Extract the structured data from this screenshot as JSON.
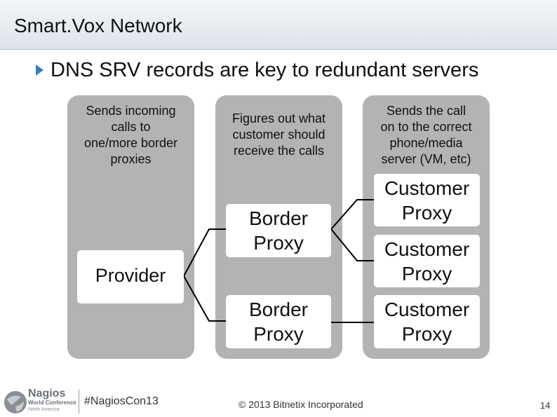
{
  "header": {
    "title": "Smart.Vox Network"
  },
  "subtitle": "DNS SRV records are key to redundant servers",
  "columns": [
    {
      "caption": [
        "Sends incoming",
        "calls to",
        "one/more border",
        "proxies"
      ]
    },
    {
      "caption": [
        "Figures out what",
        "customer should",
        "receive the calls"
      ]
    },
    {
      "caption": [
        "Sends the call",
        "on to the correct",
        "phone/media",
        "server (VM, etc)"
      ]
    }
  ],
  "provider": {
    "label": "Provider"
  },
  "border_proxies": [
    {
      "line1": "Border",
      "line2": "Proxy"
    },
    {
      "line1": "Border",
      "line2": "Proxy"
    }
  ],
  "customer_proxies": [
    {
      "line1": "Customer",
      "line2": "Proxy"
    },
    {
      "line1": "Customer",
      "line2": "Proxy"
    },
    {
      "line1": "Customer",
      "line2": "Proxy"
    }
  ],
  "footer": {
    "logo_name": "Nagios",
    "logo_sub1": "World Conference",
    "logo_sub2": "North America",
    "hashtag": "#NagiosCon13",
    "copyright": "© 2013 Bitnetix Incorporated",
    "page": "14"
  },
  "colors": {
    "column": "#b3b3b3",
    "bullet": "#3c7fc1",
    "connector": "#000000"
  }
}
